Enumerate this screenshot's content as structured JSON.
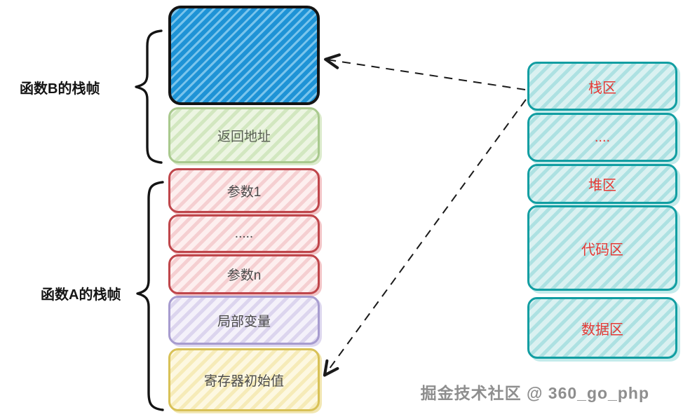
{
  "left": {
    "frame_b_label": "函数B的栈帧",
    "frame_a_label": "函数A的栈帧",
    "boxes": [
      {
        "name": "frame-b-body",
        "label": ""
      },
      {
        "name": "return-address",
        "label": "返回地址"
      },
      {
        "name": "param-1",
        "label": "参数1"
      },
      {
        "name": "param-ellipsis",
        "label": "....."
      },
      {
        "name": "param-n",
        "label": "参数n"
      },
      {
        "name": "local-variables",
        "label": "局部变量"
      },
      {
        "name": "register-initial-value",
        "label": "寄存器初始值"
      }
    ]
  },
  "right": {
    "boxes": [
      {
        "name": "stack-area",
        "label": "栈区"
      },
      {
        "name": "area-ellipsis",
        "label": "...."
      },
      {
        "name": "heap-area",
        "label": "堆区"
      },
      {
        "name": "code-area",
        "label": "代码区"
      },
      {
        "name": "data-area",
        "label": "数据区"
      }
    ]
  },
  "watermark": "掘金技术社区 @ 360_go_php",
  "colors": {
    "blue_fill": "#1e93d6",
    "teal_border": "#129ea2",
    "right_text_red": "#e53935",
    "arrow": "#1a1a1a"
  }
}
